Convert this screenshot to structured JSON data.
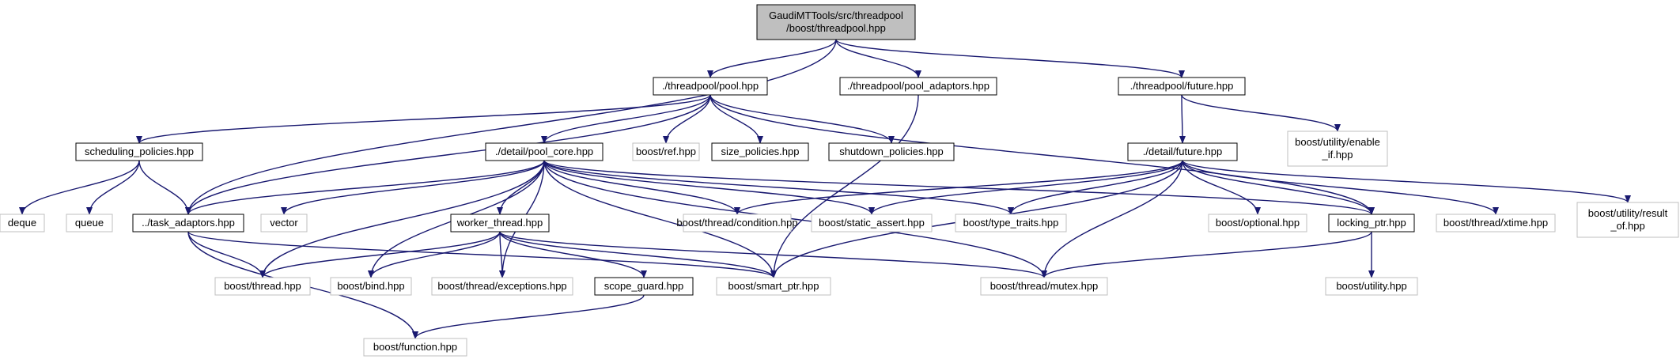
{
  "colors": {
    "edge": "#191970",
    "root_fill": "#bfbfbf",
    "root_stroke": "#000000",
    "local_stroke": "#000000",
    "external_stroke": "#bfbfbf",
    "fill": "#ffffff"
  },
  "nodes": [
    {
      "id": "root",
      "kind": "root",
      "lines": [
        "GaudiMTTools/src/threadpool",
        "/boost/threadpool.hpp"
      ]
    },
    {
      "id": "pool",
      "kind": "local",
      "lines": [
        "./threadpool/pool.hpp"
      ]
    },
    {
      "id": "pool_adaptors",
      "kind": "local",
      "lines": [
        "./threadpool/pool_adaptors.hpp"
      ]
    },
    {
      "id": "future",
      "kind": "local",
      "lines": [
        "./threadpool/future.hpp"
      ]
    },
    {
      "id": "enable_if",
      "kind": "external",
      "lines": [
        "boost/utility/enable",
        "_if.hpp"
      ]
    },
    {
      "id": "scheduling",
      "kind": "local",
      "lines": [
        "scheduling_policies.hpp"
      ]
    },
    {
      "id": "pool_core",
      "kind": "local",
      "lines": [
        "./detail/pool_core.hpp"
      ]
    },
    {
      "id": "ref",
      "kind": "external",
      "lines": [
        "boost/ref.hpp"
      ]
    },
    {
      "id": "size_policies",
      "kind": "local",
      "lines": [
        "size_policies.hpp"
      ]
    },
    {
      "id": "shutdown_policies",
      "kind": "local",
      "lines": [
        "shutdown_policies.hpp"
      ]
    },
    {
      "id": "detail_future",
      "kind": "local",
      "lines": [
        "./detail/future.hpp"
      ]
    },
    {
      "id": "deque",
      "kind": "external",
      "lines": [
        "deque"
      ]
    },
    {
      "id": "queue",
      "kind": "external",
      "lines": [
        "queue"
      ]
    },
    {
      "id": "task_adaptors",
      "kind": "local",
      "lines": [
        "../task_adaptors.hpp"
      ]
    },
    {
      "id": "vector",
      "kind": "external",
      "lines": [
        "vector"
      ]
    },
    {
      "id": "worker_thread",
      "kind": "local",
      "lines": [
        "worker_thread.hpp"
      ]
    },
    {
      "id": "condition",
      "kind": "external",
      "lines": [
        "boost/thread/condition.hpp"
      ]
    },
    {
      "id": "static_assert",
      "kind": "external",
      "lines": [
        "boost/static_assert.hpp"
      ]
    },
    {
      "id": "type_traits",
      "kind": "external",
      "lines": [
        "boost/type_traits.hpp"
      ]
    },
    {
      "id": "optional",
      "kind": "external",
      "lines": [
        "boost/optional.hpp"
      ]
    },
    {
      "id": "locking_ptr",
      "kind": "local",
      "lines": [
        "locking_ptr.hpp"
      ]
    },
    {
      "id": "xtime",
      "kind": "external",
      "lines": [
        "boost/thread/xtime.hpp"
      ]
    },
    {
      "id": "result_of",
      "kind": "external",
      "lines": [
        "boost/utility/result",
        "_of.hpp"
      ]
    },
    {
      "id": "thread",
      "kind": "external",
      "lines": [
        "boost/thread.hpp"
      ]
    },
    {
      "id": "bind",
      "kind": "external",
      "lines": [
        "boost/bind.hpp"
      ]
    },
    {
      "id": "exceptions",
      "kind": "external",
      "lines": [
        "boost/thread/exceptions.hpp"
      ]
    },
    {
      "id": "scope_guard",
      "kind": "local",
      "lines": [
        "scope_guard.hpp"
      ]
    },
    {
      "id": "smart_ptr",
      "kind": "external",
      "lines": [
        "boost/smart_ptr.hpp"
      ]
    },
    {
      "id": "mutex",
      "kind": "external",
      "lines": [
        "boost/thread/mutex.hpp"
      ]
    },
    {
      "id": "utility",
      "kind": "external",
      "lines": [
        "boost/utility.hpp"
      ]
    },
    {
      "id": "function",
      "kind": "external",
      "lines": [
        "boost/function.hpp"
      ]
    }
  ],
  "edges": [
    [
      "root",
      "pool"
    ],
    [
      "root",
      "pool_adaptors"
    ],
    [
      "root",
      "future"
    ],
    [
      "root",
      "task_adaptors"
    ],
    [
      "pool",
      "scheduling"
    ],
    [
      "pool",
      "pool_core"
    ],
    [
      "pool",
      "ref"
    ],
    [
      "pool",
      "size_policies"
    ],
    [
      "pool",
      "shutdown_policies"
    ],
    [
      "pool",
      "task_adaptors"
    ],
    [
      "pool",
      "locking_ptr"
    ],
    [
      "pool_adaptors",
      "smart_ptr"
    ],
    [
      "future",
      "detail_future"
    ],
    [
      "future",
      "enable_if"
    ],
    [
      "scheduling",
      "deque"
    ],
    [
      "scheduling",
      "queue"
    ],
    [
      "scheduling",
      "task_adaptors"
    ],
    [
      "pool_core",
      "task_adaptors"
    ],
    [
      "pool_core",
      "vector"
    ],
    [
      "pool_core",
      "worker_thread"
    ],
    [
      "pool_core",
      "thread"
    ],
    [
      "pool_core",
      "bind"
    ],
    [
      "pool_core",
      "exceptions"
    ],
    [
      "pool_core",
      "smart_ptr"
    ],
    [
      "pool_core",
      "mutex"
    ],
    [
      "pool_core",
      "condition"
    ],
    [
      "pool_core",
      "static_assert"
    ],
    [
      "pool_core",
      "type_traits"
    ],
    [
      "pool_core",
      "locking_ptr"
    ],
    [
      "detail_future",
      "condition"
    ],
    [
      "detail_future",
      "static_assert"
    ],
    [
      "detail_future",
      "type_traits"
    ],
    [
      "detail_future",
      "optional"
    ],
    [
      "detail_future",
      "locking_ptr"
    ],
    [
      "detail_future",
      "xtime"
    ],
    [
      "detail_future",
      "result_of"
    ],
    [
      "detail_future",
      "smart_ptr"
    ],
    [
      "detail_future",
      "mutex"
    ],
    [
      "task_adaptors",
      "thread"
    ],
    [
      "task_adaptors",
      "smart_ptr"
    ],
    [
      "task_adaptors",
      "function"
    ],
    [
      "worker_thread",
      "thread"
    ],
    [
      "worker_thread",
      "bind"
    ],
    [
      "worker_thread",
      "exceptions"
    ],
    [
      "worker_thread",
      "scope_guard"
    ],
    [
      "worker_thread",
      "smart_ptr"
    ],
    [
      "worker_thread",
      "mutex"
    ],
    [
      "scope_guard",
      "function"
    ],
    [
      "locking_ptr",
      "mutex"
    ],
    [
      "locking_ptr",
      "utility"
    ]
  ]
}
